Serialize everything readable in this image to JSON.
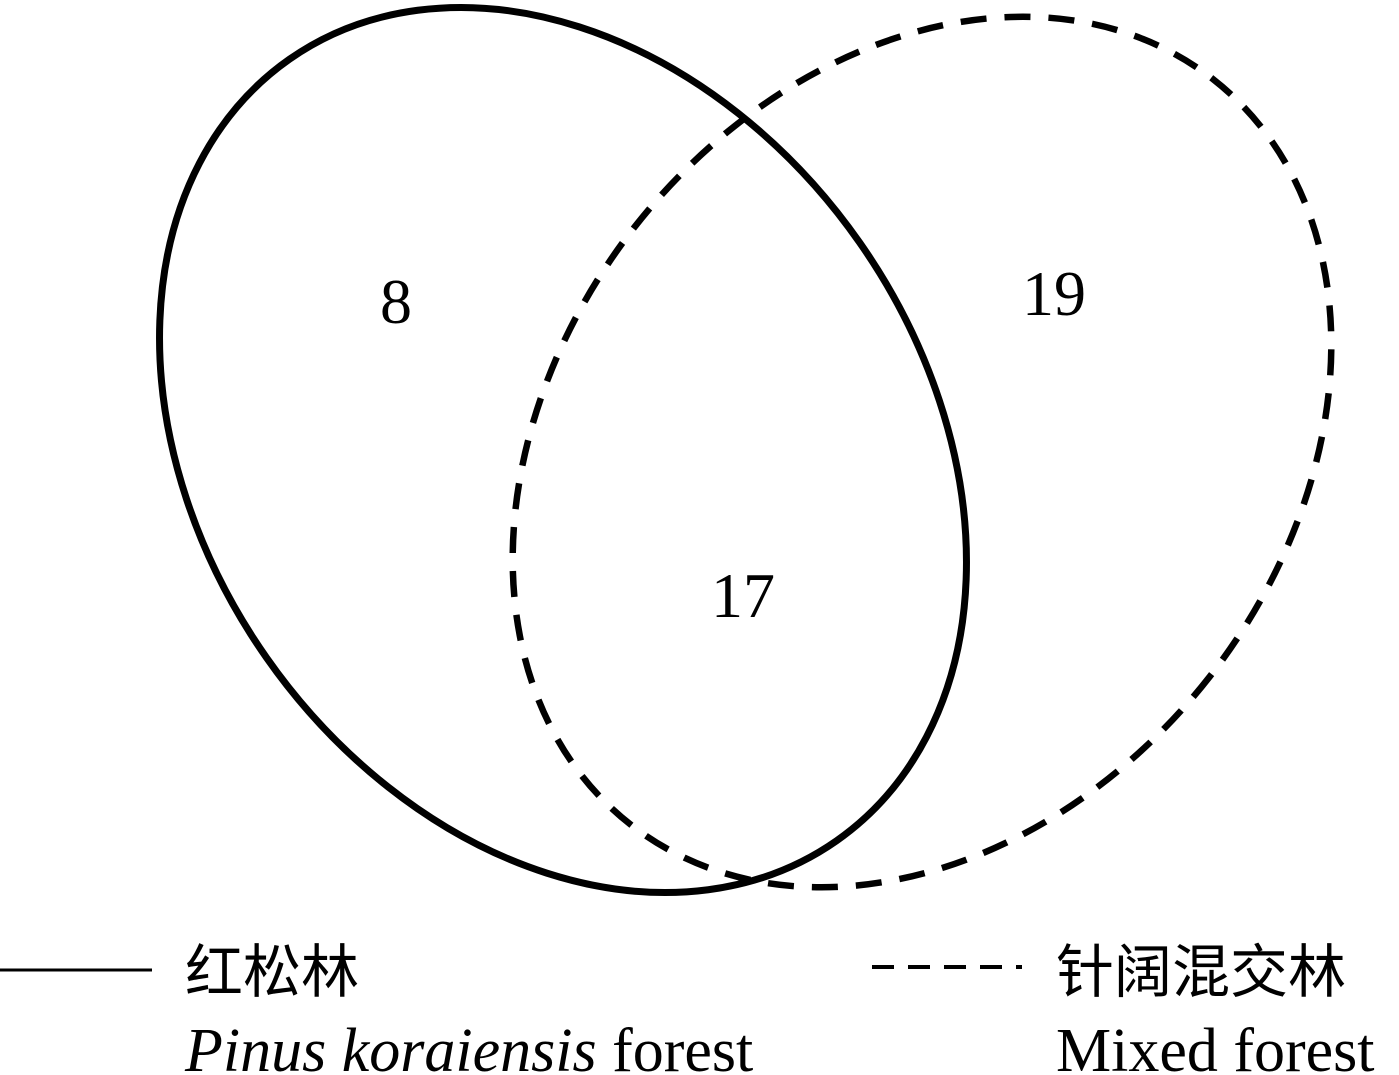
{
  "sets": [
    {
      "id": "pinus",
      "legend_zh": "红松林",
      "legend_en_italic": "Pinus koraiensis",
      "legend_en_rest": " forest",
      "line_style": "solid",
      "color": "#000000"
    },
    {
      "id": "mixed",
      "legend_zh": "针阔混交林",
      "legend_en": "Mixed forest",
      "line_style": "dashed",
      "color": "#000000"
    }
  ],
  "regions": {
    "pinus_only": "8",
    "shared": "17",
    "mixed_only": "19"
  }
}
